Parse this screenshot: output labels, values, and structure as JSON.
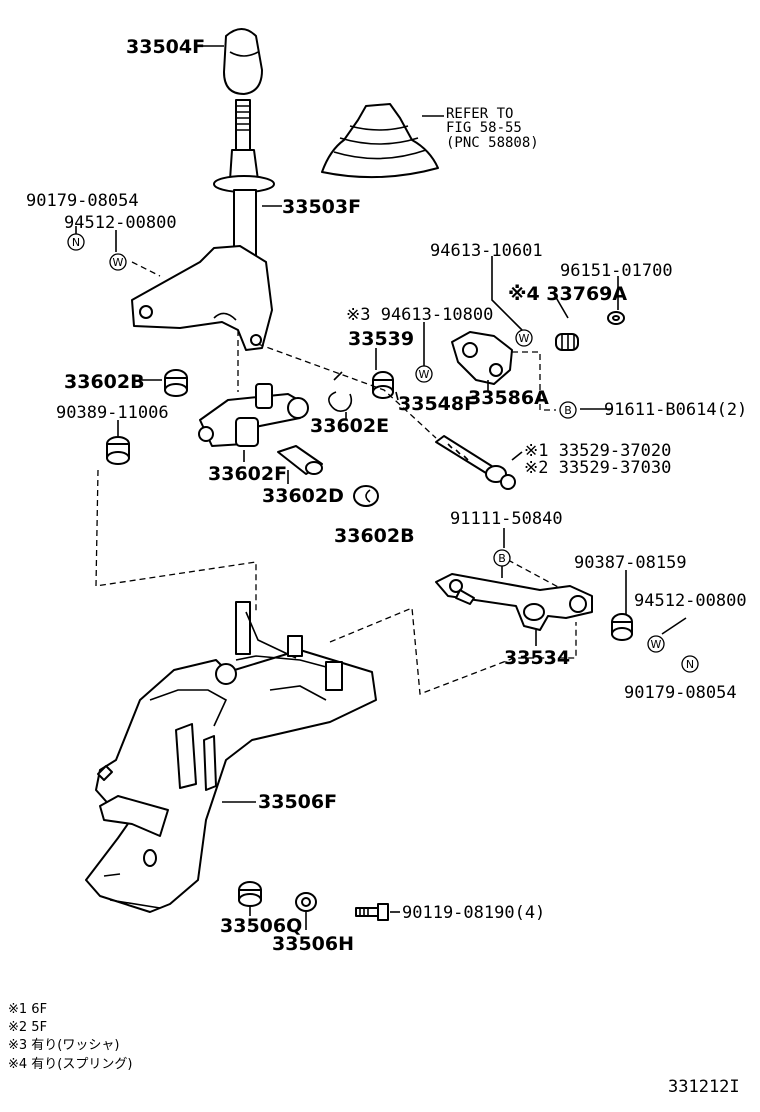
{
  "labels": {
    "p33504F": "33504F",
    "p33503F": "33503F",
    "p90179_08054_a": "90179-08054",
    "p94512_00800_a": "94512-00800",
    "refer_to": "REFER TO",
    "fig": "FIG  58-55",
    "pnc": "(PNC  58808)",
    "p94613_10601": "94613-10601",
    "p96151_01700": "96151-01700",
    "p33769A": "※4 33769A",
    "p94613_10800": "※3 94613-10800",
    "p33539": "33539",
    "p33602B_a": "33602B",
    "p90389_11006": "90389-11006",
    "p33602E": "33602E",
    "p33548F": "33548F",
    "p33586A": "33586A",
    "p91611": "91611-B0614(2)",
    "p33529_37020": "※1  33529-37020",
    "p33529_37030": "※2  33529-37030",
    "p33602F": "33602F",
    "p33602D": "33602D",
    "p33602B_b": "33602B",
    "p91111_50840": "91111-50840",
    "p90387_08159": "90387-08159",
    "p94512_00800_b": "94512-00800",
    "p33534": "33534",
    "p90179_08054_b": "90179-08054",
    "p33506F": "33506F",
    "p33506Q": "33506Q",
    "p33506H": "33506H",
    "p90119": "90119-08190(4)"
  },
  "markers": {
    "n": "N",
    "w": "W",
    "b": "B"
  },
  "notes": [
    "※1  6F",
    "※2  5F",
    "※3 有り(ワッシャ)",
    "※4 有り(スプリング)"
  ],
  "figure_id": "331212I"
}
